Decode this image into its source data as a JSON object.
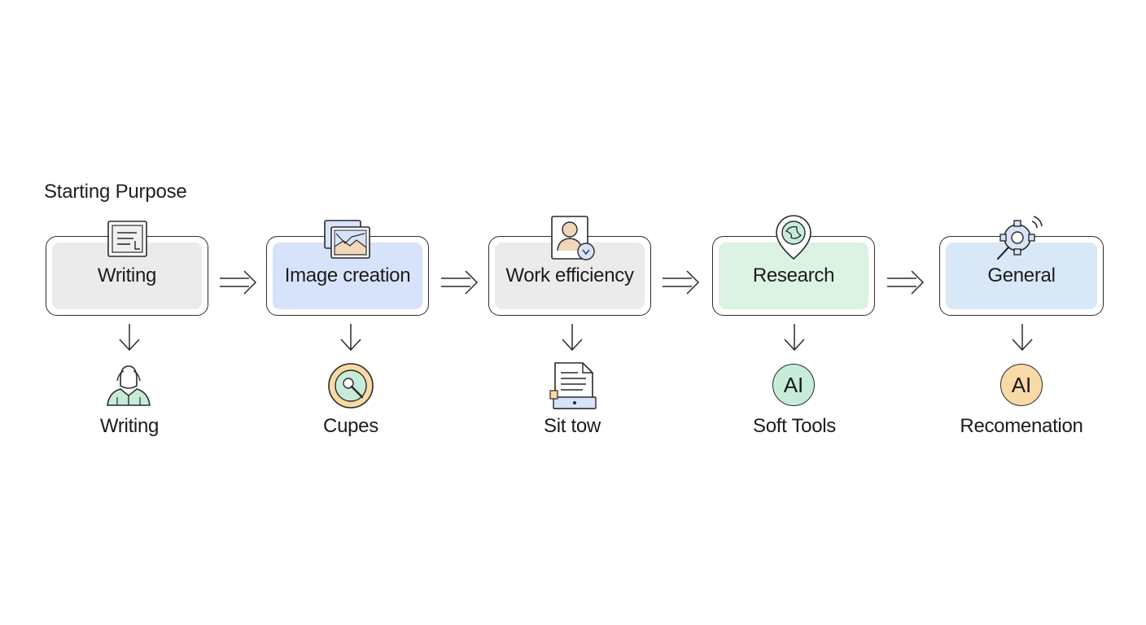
{
  "title": "Starting Purpose",
  "colors": {
    "outline": "#2e2e2e",
    "gray_fill": "#ebebeb",
    "blue_fill": "#d7e3fb",
    "green_fill": "#dcf2e2",
    "lightblue_fill": "#d9e8f7",
    "teal_accent": "#c6ecd9",
    "orange_accent": "#f9d9a6",
    "tan_accent": "#f1d7b8"
  },
  "steps": [
    {
      "label": "Writing",
      "icon": "document-icon",
      "output_label": "Writing",
      "output_icon": "person-icon"
    },
    {
      "label": "Image creation",
      "icon": "image-gallery-icon",
      "output_label": "Cupes",
      "output_icon": "target-brush-icon"
    },
    {
      "label": "Work efficiency",
      "icon": "profile-download-icon",
      "output_label": "Sit tow",
      "output_icon": "file-tablet-icon"
    },
    {
      "label": "Research",
      "icon": "location-pin-icon",
      "output_label": "Soft Tools",
      "output_icon": "ai-badge",
      "output_badge": "AI"
    },
    {
      "label": "General",
      "icon": "gear-signal-icon",
      "output_label": "Recomenation",
      "output_icon": "ai-badge",
      "output_badge": "AI"
    }
  ]
}
